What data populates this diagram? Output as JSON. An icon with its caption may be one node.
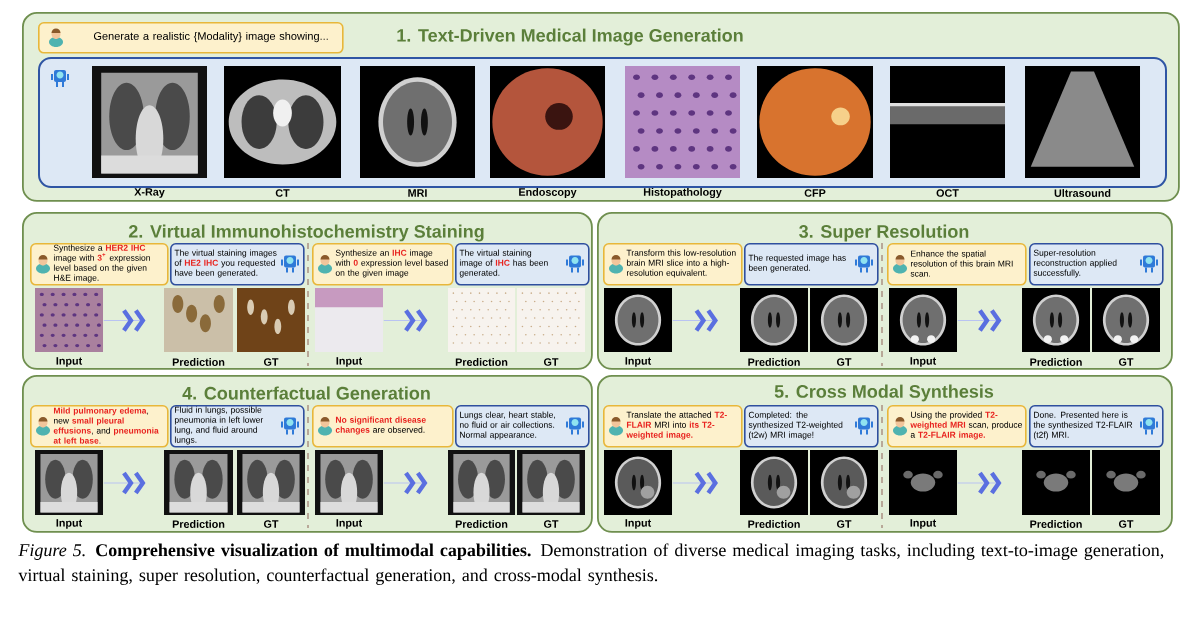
{
  "diagram": {
    "nodes": [
      {
        "text": [
          "1. Text-Driven Medical Image Generation"
        ]
      },
      {
        "text": [
          "Generate a realistic {Modality} image showing..."
        ],
        "in": 0
      },
      {
        "text": [],
        "shape": "box",
        "in": 0
      },
      {
        "text": [],
        "shape": "picture",
        "in": 2,
        "beside": [
          "X-Ray"
        ]
      },
      {
        "text": [],
        "shape": "picture",
        "in": 2,
        "beside": [
          "CT"
        ]
      },
      {
        "text": [],
        "shape": "picture",
        "in": 2,
        "beside": [
          "MRI"
        ]
      },
      {
        "text": [],
        "shape": "picture",
        "in": 2,
        "beside": [
          "Endoscopy"
        ]
      },
      {
        "text": [],
        "shape": "picture",
        "in": 2,
        "beside": [
          "Histopathology"
        ]
      },
      {
        "text": [],
        "shape": "picture",
        "in": 2,
        "beside": [
          "CFP"
        ]
      },
      {
        "text": [],
        "shape": "picture",
        "in": 2,
        "beside": [
          "OCT"
        ]
      },
      {
        "text": [],
        "shape": "picture",
        "in": 2,
        "beside": [
          "Ultrasound"
        ]
      },
      {
        "text": [
          "2. Virtual Immunohistochemistry Staining"
        ]
      },
      {
        "text": [
          "Synthesize a **HER2 IHC** image with **3$^{+}$** expression level based on the given H&E image."
        ],
        "in": 11
      },
      {
        "text": [
          "The virtual staining images of **HE2 IHC** you requested have been generated."
        ],
        "in": 11
      },
      {
        "text": [],
        "shape": "picture",
        "in": 11,
        "beside": [
          "Input"
        ]
      },
      {
        "text": [],
        "shape": "picture",
        "in": 11,
        "beside": [
          "Prediction"
        ]
      },
      {
        "text": [],
        "shape": "picture",
        "in": 11,
        "beside": [
          "GT"
        ]
      },
      {
        "text": [
          "Synthesize an **IHC** image with **0** expression level based on the given image"
        ],
        "in": 11
      },
      {
        "text": [
          "The virtual staining image of **IHC** has been generated."
        ],
        "in": 11
      },
      {
        "text": [],
        "shape": "picture",
        "in": 11,
        "beside": [
          "Input"
        ]
      },
      {
        "text": [],
        "shape": "picture",
        "in": 11,
        "beside": [
          "Prediction"
        ]
      },
      {
        "text": [],
        "shape": "picture",
        "in": 11,
        "beside": [
          "GT"
        ]
      },
      {
        "text": [
          "3. Super Resolution"
        ]
      },
      {
        "text": [
          "Transform this low-resolution brain MRI slice into a high-resolution equivalent."
        ],
        "in": 22
      },
      {
        "text": [
          "The requested image has been generated."
        ],
        "in": 22
      },
      {
        "text": [],
        "shape": "picture",
        "in": 22,
        "beside": [
          "Input"
        ]
      },
      {
        "text": [],
        "shape": "picture",
        "in": 22,
        "beside": [
          "Prediction"
        ]
      },
      {
        "text": [],
        "shape": "picture",
        "in": 22,
        "beside": [
          "GT"
        ]
      },
      {
        "text": [
          "Enhance the spatial resolution of this brain MRI scan."
        ],
        "in": 22
      },
      {
        "text": [
          "Super-resolution reconstruction applied successfully."
        ],
        "in": 22
      },
      {
        "text": [],
        "shape": "picture",
        "in": 22,
        "beside": [
          "Input"
        ]
      },
      {
        "text": [],
        "shape": "picture",
        "in": 22,
        "beside": [
          "Prediction"
        ]
      },
      {
        "text": [],
        "shape": "picture",
        "in": 22,
        "beside": [
          "GT"
        ]
      },
      {
        "text": [
          "4. Counterfactual Generation"
        ]
      },
      {
        "text": [
          "**Mild pulmonary edema**, new **small pleural effusions**, and **pneumonia at left base**."
        ],
        "in": 33
      },
      {
        "text": [
          "Fluid in lungs, possible pneumonia in left lower lung, and fluid around lungs."
        ],
        "in": 33
      },
      {
        "text": [],
        "shape": "picture",
        "in": 33,
        "beside": [
          "Input"
        ]
      },
      {
        "text": [],
        "shape": "picture",
        "in": 33,
        "beside": [
          "Prediction"
        ]
      },
      {
        "text": [],
        "shape": "picture",
        "in": 33,
        "beside": [
          "GT"
        ]
      },
      {
        "text": [
          "**No significant disease changes** are observed."
        ],
        "in": 33
      },
      {
        "text": [
          "Lungs clear, heart stable, no fluid or air collections. Normal appearance."
        ],
        "in": 33
      },
      {
        "text": [],
        "shape": "picture",
        "in": 33,
        "beside": [
          "Input"
        ]
      },
      {
        "text": [],
        "shape": "picture",
        "in": 33,
        "beside": [
          "Prediction"
        ]
      },
      {
        "text": [],
        "shape": "picture",
        "in": 33,
        "beside": [
          "GT"
        ]
      },
      {
        "text": [
          "5. Cross Modal Synthesis"
        ]
      },
      {
        "text": [
          "Translate the attached **T2-FLAIR** MRI into **its T2-weighted image.**"
        ],
        "in": 44
      },
      {
        "text": [
          "Completed: the synthesized T2-weighted (t2w) MRI image!"
        ],
        "in": 44
      },
      {
        "text": [],
        "shape": "picture",
        "in": 44,
        "beside": [
          "Input"
        ]
      },
      {
        "text": [],
        "shape": "picture",
        "in": 44,
        "beside": [
          "Prediction"
        ]
      },
      {
        "text": [],
        "shape": "picture",
        "in": 44,
        "beside": [
          "GT"
        ]
      },
      {
        "text": [
          "Using the provided **T2-weighted MRI** scan, produce a **T2-FLAIR image.**"
        ],
        "in": 44
      },
      {
        "text": [
          "Done. Presented here is the synthesized T2-FLAIR (t2f) MRI."
        ],
        "in": 44
      },
      {
        "text": [],
        "shape": "picture",
        "in": 44,
        "beside": [
          "Input"
        ]
      },
      {
        "text": [],
        "shape": "picture",
        "in": 44,
        "beside": [
          "Prediction"
        ]
      },
      {
        "text": [],
        "shape": "picture",
        "in": 44,
        "beside": [
          "GT"
        ]
      }
    ],
    "edges": [
      {
        "from": 14,
        "to": 15,
        "arrow": "to"
      },
      {
        "from": 19,
        "to": 20,
        "arrow": "to"
      },
      {
        "from": 25,
        "to": 26,
        "arrow": "to"
      },
      {
        "from": 30,
        "to": 31,
        "arrow": "to"
      },
      {
        "from": 36,
        "to": 37,
        "arrow": "to"
      },
      {
        "from": 41,
        "to": 42,
        "arrow": "to"
      },
      {
        "from": 47,
        "to": 48,
        "arrow": "to"
      },
      {
        "from": 52,
        "to": 53,
        "arrow": "to"
      }
    ],
    "caption": "*Figure 5.* **Comprehensive visualization of multimodal capabilities.** Demonstration of diverse medical imaging tasks, including text-to-image generation, virtual staining, super resolution, counterfactual generation, and cross-modal synthesis."
  }
}
